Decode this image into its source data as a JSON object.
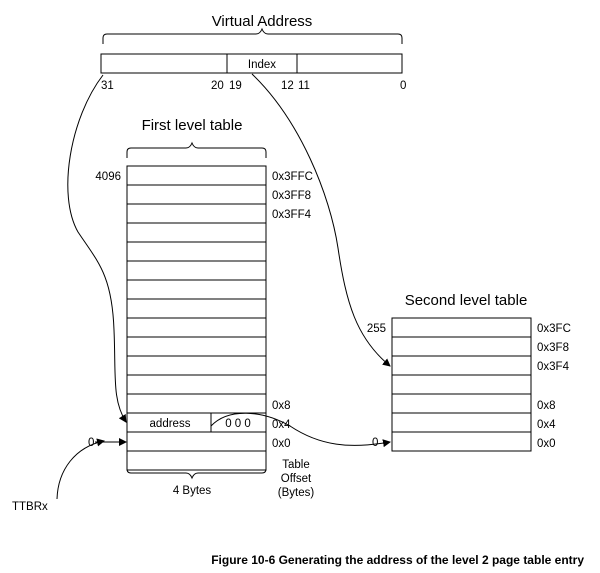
{
  "virtual_address": {
    "title": "Virtual Address",
    "index_label": "Index",
    "bits": [
      "31",
      "20",
      "19",
      "12",
      "11",
      "0"
    ]
  },
  "first_level": {
    "title": "First level table",
    "top_index": "4096",
    "offsets_top": [
      "0x3FFC",
      "0x3FF8",
      "0x3FF4"
    ],
    "offsets_bottom": [
      "0x8",
      "0x4",
      "0x0"
    ],
    "entry_address": "address",
    "entry_zeros": "0 0 0",
    "bottom_index": "0",
    "width_label": "4 Bytes",
    "offset_caption": [
      "Table",
      "Offset",
      "(Bytes)"
    ]
  },
  "ttbr_label": "TTBRx",
  "second_level": {
    "title": "Second level table",
    "top_index": "255",
    "offsets_top": [
      "0x3FC",
      "0x3F8",
      "0x3F4"
    ],
    "offsets_bottom": [
      "0x8",
      "0x4",
      "0x0"
    ],
    "bottom_index": "0"
  },
  "caption": "Figure 10-6 Generating the address of the level 2 page table entry"
}
